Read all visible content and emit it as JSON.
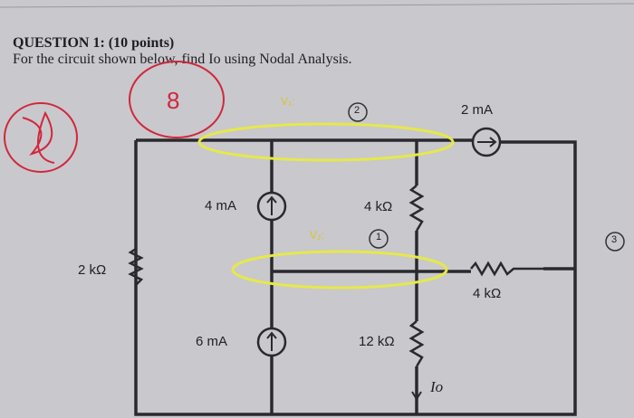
{
  "question": {
    "title": "QUESTION 1: (10 points)",
    "text": "For the circuit shown below, find Io using Nodal Analysis."
  },
  "circuit": {
    "labels": {
      "source_top": "2 mA",
      "source_upper": "4 mA",
      "source_lower": "6 mA",
      "res_left": "2 kΩ",
      "res_mid_upper": "4 kΩ",
      "res_right": "4 kΩ",
      "res_mid_lower": "12 kΩ",
      "current_out": "Io"
    },
    "annotations": {
      "v1": "V₁:",
      "v2": "V₂:",
      "node2": "2",
      "node1": "1",
      "node3": "3",
      "score": "8"
    }
  },
  "colors": {
    "paper": "#c9c8cd",
    "ink": "#222222",
    "red_pen": "#d0283c",
    "highlight": "#e6e84a"
  }
}
